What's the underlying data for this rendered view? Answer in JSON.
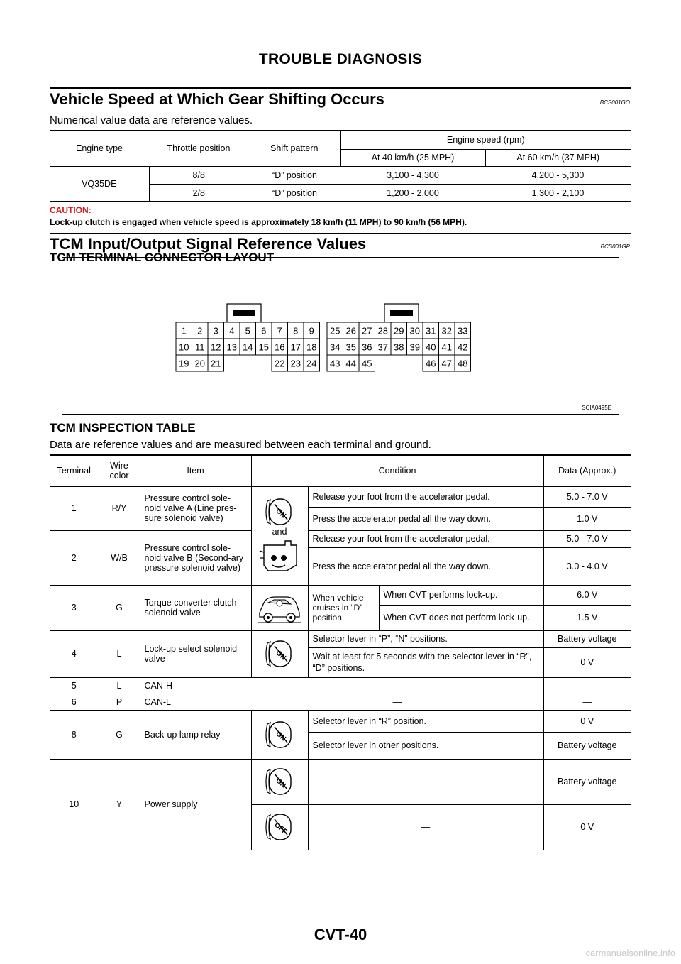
{
  "header": {
    "title": "TROUBLE DIAGNOSIS"
  },
  "section1": {
    "heading": "Vehicle Speed at Which Gear Shifting Occurs",
    "code": "BCS001GO",
    "note": "Numerical value data are reference values.",
    "table": {
      "h_engine_type": "Engine type",
      "h_throttle": "Throttle position",
      "h_shift": "Shift pattern",
      "h_engine_speed": "Engine speed (rpm)",
      "h_at40": "At 40 km/h (25 MPH)",
      "h_at60": "At 60 km/h (37 MPH)",
      "engine": "VQ35DE",
      "rows": [
        {
          "throttle": "8/8",
          "shift": "“D” position",
          "at40": "3,100 - 4,300",
          "at60": "4,200 - 5,300"
        },
        {
          "throttle": "2/8",
          "shift": "“D” position",
          "at40": "1,200 - 2,000",
          "at60": "1,300 - 2,100"
        }
      ]
    },
    "caution_label": "CAUTION:",
    "caution_text": "Lock-up clutch is engaged when vehicle speed is approximately 18 km/h (11 MPH) to 90 km/h (56 MPH)."
  },
  "section2": {
    "heading": "TCM Input/Output Signal Reference Values",
    "code": "BCS001GP",
    "sub1": "TCM TERMINAL CONNECTOR LAYOUT",
    "diagram_id": "SCIA0495E",
    "connector_left": [
      [
        "1",
        "2",
        "3",
        "4",
        "5",
        "6",
        "7",
        "8",
        "9"
      ],
      [
        "10",
        "11",
        "12",
        "13",
        "14",
        "15",
        "16",
        "17",
        "18"
      ],
      [
        "19",
        "20",
        "21",
        "",
        "",
        "",
        "22",
        "23",
        "24"
      ]
    ],
    "connector_right": [
      [
        "25",
        "26",
        "27",
        "28",
        "29",
        "30",
        "31",
        "32",
        "33"
      ],
      [
        "34",
        "35",
        "36",
        "37",
        "38",
        "39",
        "40",
        "41",
        "42"
      ],
      [
        "43",
        "44",
        "45",
        "",
        "",
        "",
        "46",
        "47",
        "48"
      ]
    ],
    "sub2": "TCM INSPECTION TABLE",
    "note": "Data are reference values and are measured between each terminal and ground.",
    "table": {
      "h_terminal": "Terminal",
      "h_wire": "Wire color",
      "h_item": "Item",
      "h_condition": "Condition",
      "h_data": "Data (Approx.)",
      "and": "and",
      "when_cruise": "When vehicle cruises in “D” position.",
      "dash": "—",
      "r1": {
        "terminal": "1",
        "wire": "R/Y",
        "item": "Pressure control sole-noid valve A (Line pres-sure solenoid valve)",
        "c1": "Release your foot from the accelerator pedal.",
        "d1": "5.0 - 7.0 V",
        "c2": "Press the accelerator pedal all the way down.",
        "d2": "1.0 V"
      },
      "r2": {
        "terminal": "2",
        "wire": "W/B",
        "item": "Pressure control sole-noid valve B (Second-ary pressure solenoid valve)",
        "c1": "Release your foot from the accelerator pedal.",
        "d1": "5.0 - 7.0 V",
        "c2": "Press the accelerator pedal all the way down.",
        "d2": "3.0 - 4.0 V"
      },
      "r3": {
        "terminal": "3",
        "wire": "G",
        "item": "Torque converter clutch solenoid valve",
        "c1": "When CVT performs lock-up.",
        "d1": "6.0 V",
        "c2": "When CVT does not perform lock-up.",
        "d2": "1.5 V"
      },
      "r4": {
        "terminal": "4",
        "wire": "L",
        "item": "Lock-up select solenoid valve",
        "c1": "Selector lever in “P”, “N” positions.",
        "d1": "Battery voltage",
        "c2": "Wait at least for 5 seconds with the selector lever in “R”, “D” positions.",
        "d2": "0 V"
      },
      "r5": {
        "terminal": "5",
        "wire": "L",
        "item": "CAN-H"
      },
      "r6": {
        "terminal": "6",
        "wire": "P",
        "item": "CAN-L"
      },
      "r8": {
        "terminal": "8",
        "wire": "G",
        "item": "Back-up lamp relay",
        "c1": "Selector lever in “R” position.",
        "d1": "0 V",
        "c2": "Selector lever in other positions.",
        "d2": "Battery voltage"
      },
      "r10": {
        "terminal": "10",
        "wire": "Y",
        "item": "Power supply",
        "d1": "Battery voltage",
        "d2": "0 V"
      }
    },
    "icons": {
      "on": "ON",
      "off": "OFF"
    }
  },
  "footer": {
    "page": "CVT-40"
  },
  "watermark": "carmanualsonline.info"
}
